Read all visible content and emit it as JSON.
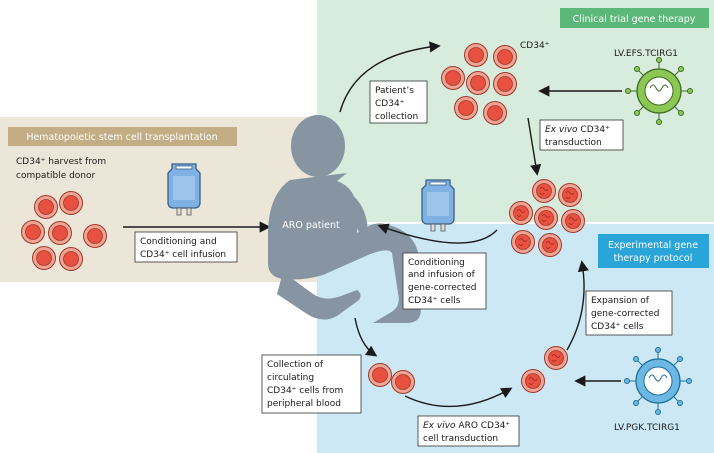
{
  "panels": {
    "clinical": {
      "title": "Clinical trial gene therapy",
      "color": "#d8ecdd",
      "header_color": "#5bb878"
    },
    "experimental": {
      "title_1": "Experimental gene",
      "title_2": "therapy protocol",
      "color": "#cce8f4",
      "header_color": "#2aa5d9"
    },
    "hsct": {
      "title": "Hematopoietic stem cell transplantation",
      "color": "#ece6d9",
      "header_color": "#c2ad85"
    }
  },
  "labels": {
    "cd34_harvest_1": "CD34⁺ harvest from",
    "cd34_harvest_2": "compatible donor",
    "conditioning_1": "Conditioning and",
    "conditioning_2": "CD34⁺ cell infusion",
    "patient": "ARO patient",
    "collection_1": "Patient’s",
    "collection_2": "CD34⁺",
    "collection_3": "collection",
    "cd34_top": "CD34⁺",
    "vector_top": "LV.EFS.TCIRG1",
    "exvivo_top_1a": "Ex vivo",
    "exvivo_top_1b": " CD34⁺",
    "exvivo_top_2": "transduction",
    "infusion_1": "Conditioning",
    "infusion_2": "and infusion of",
    "infusion_3": "gene-corrected",
    "infusion_4": "CD34⁺ cells",
    "expansion_1": "Expansion of",
    "expansion_2": "gene-corrected",
    "expansion_3": "CD34⁺ cells",
    "circ_1": "Collection of",
    "circ_2": "circulating",
    "circ_3": "CD34⁺ cells from",
    "circ_4": "peripheral blood",
    "exvivo_bot_1a": "Ex vivo",
    "exvivo_bot_1b": " ARO CD34⁺",
    "exvivo_bot_2": "cell transduction",
    "vector_bot": "LV.PGK.TCIRG1"
  },
  "colors": {
    "cell_outer": "#f2a494",
    "cell_inner": "#e8503f",
    "patient": "#8795a3",
    "bag": "#7fb1e3",
    "virus_green": "#8cc653",
    "virus_blue": "#6ab8e3"
  },
  "icons": [
    "patient-silhouette-icon",
    "blood-bag-icon",
    "green-lentivirus-icon",
    "blue-lentivirus-icon",
    "cell-cluster-icon"
  ]
}
